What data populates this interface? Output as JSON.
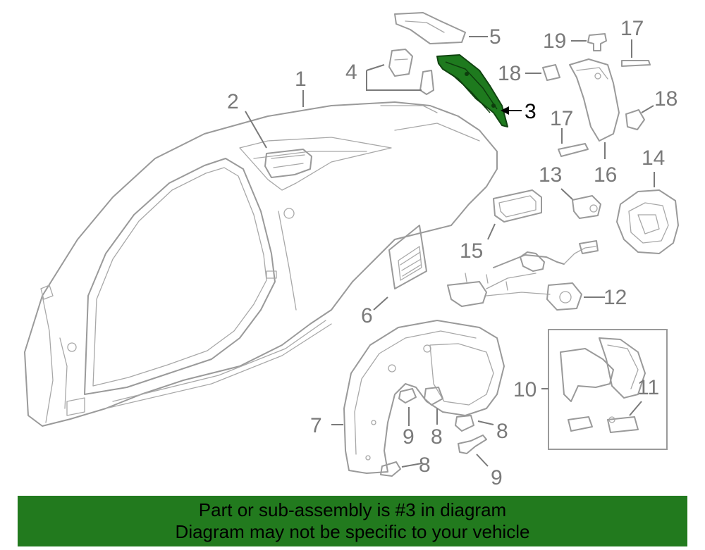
{
  "callouts": {
    "c1": "1",
    "c2": "2",
    "c3": "3",
    "c4": "4",
    "c5": "5",
    "c6": "6",
    "c7": "7",
    "c8a": "8",
    "c8b": "8",
    "c8c": "8",
    "c9a": "9",
    "c9b": "9",
    "c10": "10",
    "c11": "11",
    "c12": "12",
    "c13": "13",
    "c14": "14",
    "c15": "15",
    "c16": "16",
    "c17a": "17",
    "c17b": "17",
    "c18a": "18",
    "c18b": "18",
    "c19": "19"
  },
  "highlighted_part": "3",
  "colors": {
    "highlight": "#1e7a1e",
    "banner": "#227a1e",
    "line_art": "#9a9a9a"
  },
  "banner": {
    "line1": "Part or sub-assembly is #3 in diagram",
    "line2": "Diagram may not be specific to your vehicle"
  }
}
